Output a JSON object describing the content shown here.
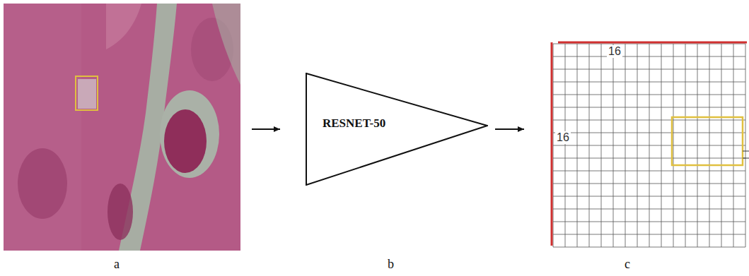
{
  "diagram": {
    "nodes": [
      {
        "text": [
          "RESNET-50"
        ]
      }
    ],
    "labels": [
      "16",
      "16",
      "a",
      "b",
      "c"
    ]
  }
}
